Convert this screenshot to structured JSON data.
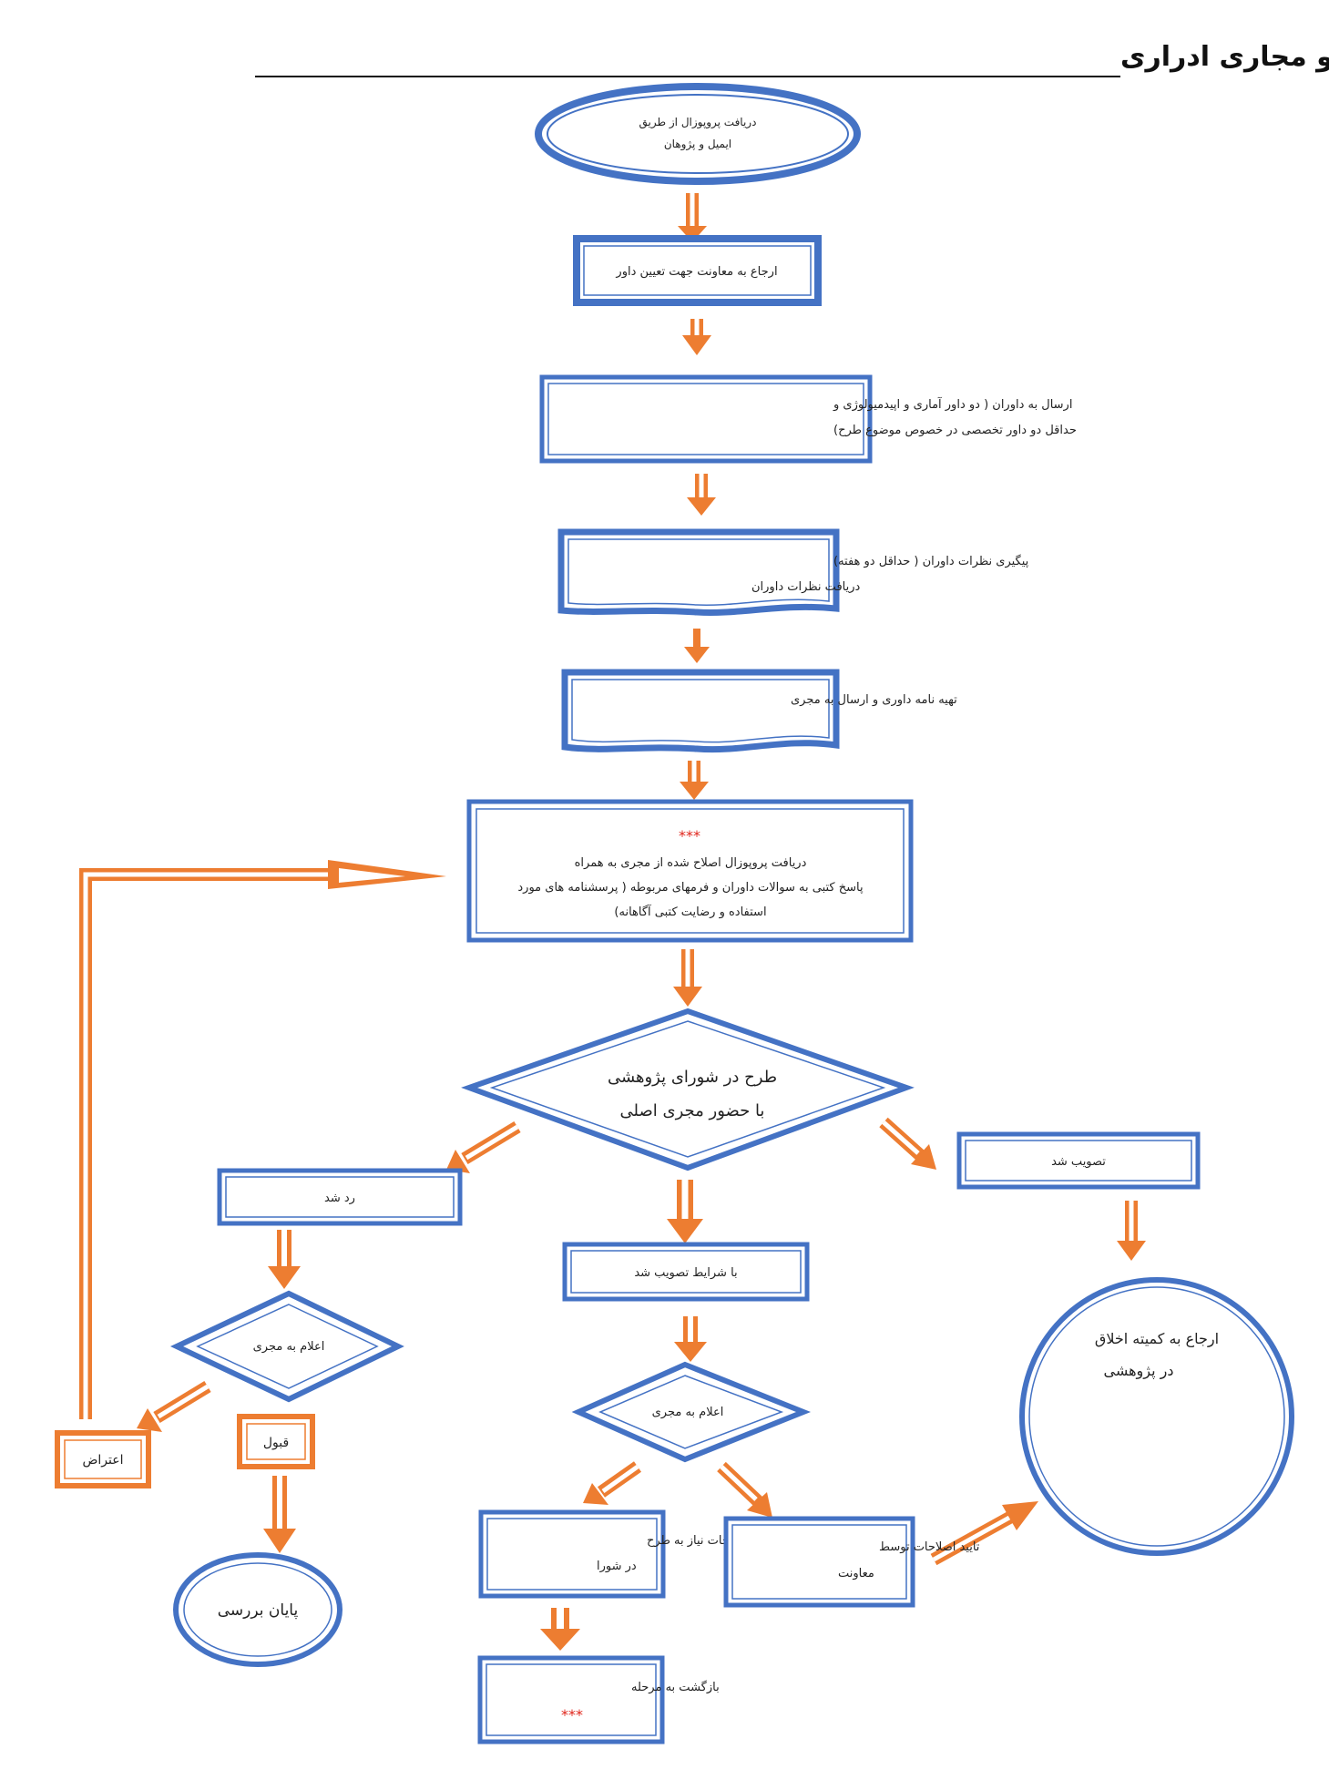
{
  "title": "فرایند بررسی طرحهای تحقیقاتی ارجاع شده به مرکز تحقیقات کلیه و مجاری ادراری",
  "colors": {
    "node_border": "#4472c4",
    "arrow": "#ed7d31",
    "marker": "#e0251b",
    "text": "#222222"
  },
  "nodes": {
    "start": {
      "line1": "دریافت پروپوزال از طریق",
      "line2": "ایمیل و پژوهان"
    },
    "assign": {
      "label": "ارجاع به معاونت جهت تعیین داور"
    },
    "send_reviewers": {
      "line1": "ارسال به داوران ( دو داور آماری و اپیدمیولوژی و",
      "line2": "حداقل دو داور تخصصی در خصوص موضوع طرح)"
    },
    "follow_up": {
      "line1": "پیگیری نظرات داوران ( حداقل دو هفته)",
      "line2": "دریافت نظرات داوران"
    },
    "prepare_letter": {
      "label": "تهیه نامه داوری و ارسال به مجری"
    },
    "receive_revised": {
      "marker": "***",
      "line1": "دریافت پروپوزال اصلاح شده از مجری به همراه",
      "line2": "پاسخ کتبی به سوالات داوران و فرمهای مربوطه ( پرسشنامه های مورد",
      "line3": "استفاده و رضایت کتبی آگاهانه)"
    },
    "council": {
      "line1": "طرح در شورای پژوهشی",
      "line2": "با حضور مجری اصلی"
    },
    "rejected": {
      "label": "رد شد"
    },
    "approved": {
      "label": "تصویب شد"
    },
    "conditional": {
      "label": "با شرایط تصویب شد"
    },
    "notify_left": {
      "label": "اعلام به مجری"
    },
    "notify_center": {
      "label": "اعلام به مجری"
    },
    "objection": {
      "label": "اعتراض"
    },
    "accept": {
      "label": "قبول"
    },
    "end_review": {
      "label": "پایان بررسی"
    },
    "ethics": {
      "line1": "ارجاع به کمیته اخلاق",
      "line2": "در پژوهشی"
    },
    "do_corrections": {
      "line1": "انجام اصلاحات نیاز به طرح",
      "line2": "در شورا"
    },
    "confirm_corrections": {
      "line1": "تایید اصلاحات  توسط",
      "line2": "معاونت"
    },
    "return_stage": {
      "label": "بازگشت به مرحله",
      "marker": "***"
    }
  }
}
